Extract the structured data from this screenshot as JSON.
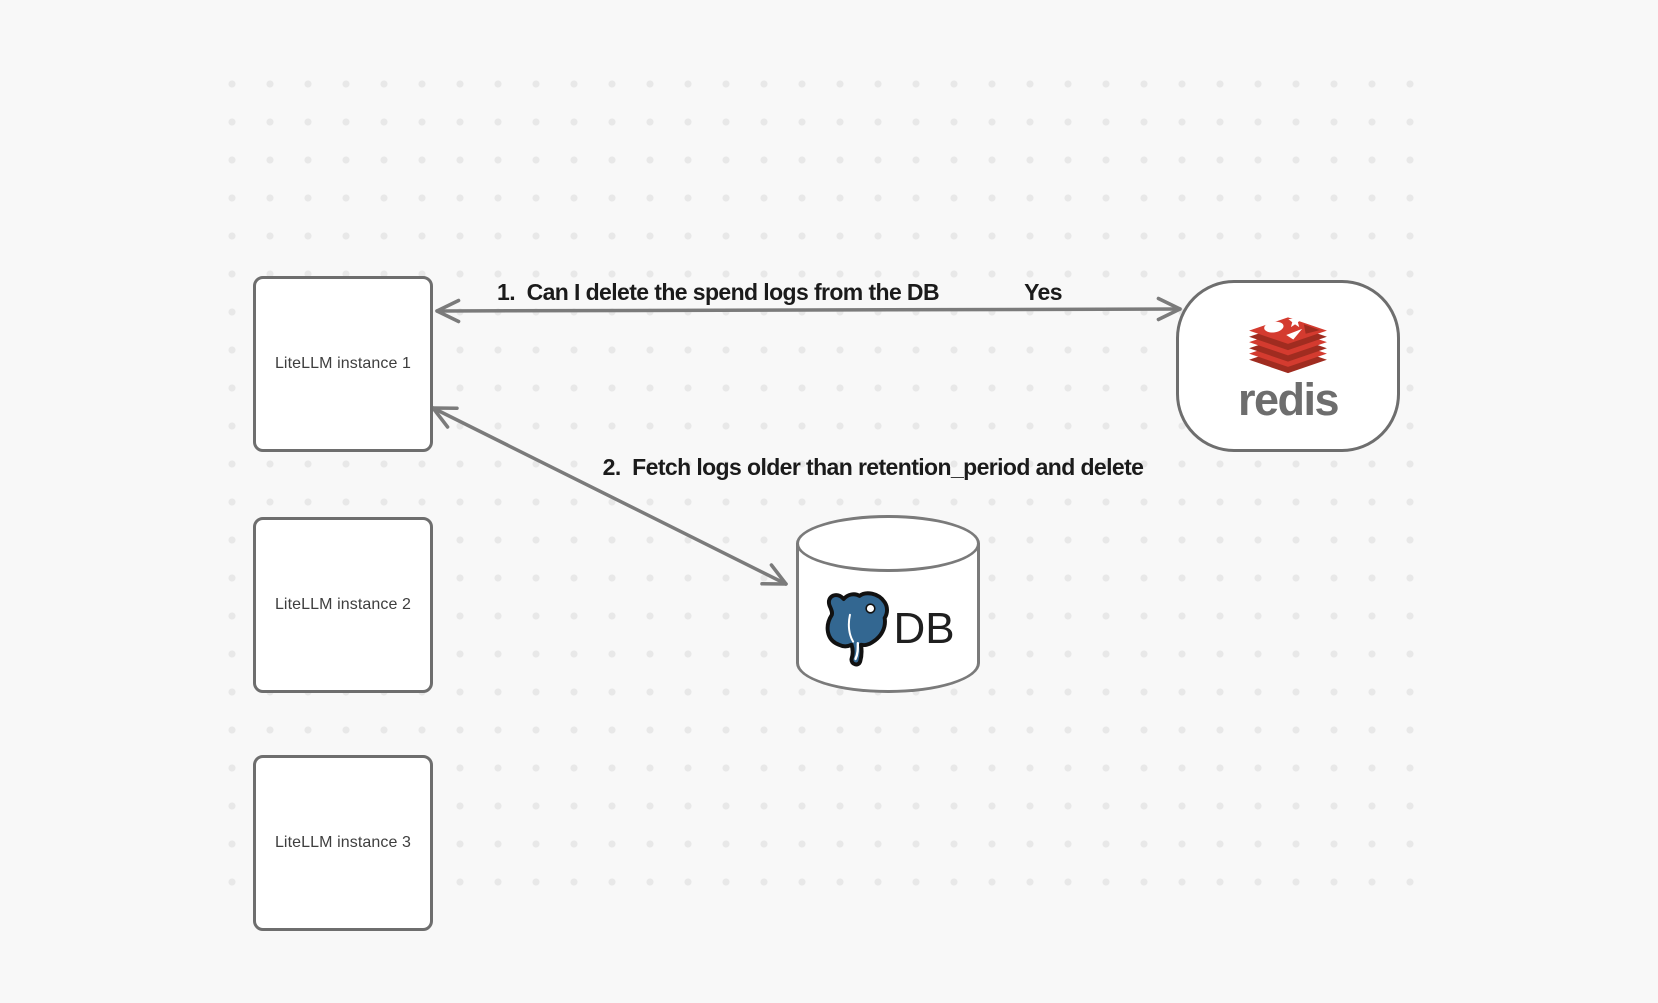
{
  "canvas": {
    "background": "#f8f8f8",
    "dot_color": "#e8e8e8"
  },
  "nodes": {
    "litellm_instances": [
      {
        "label": "LiteLLM instance 1"
      },
      {
        "label": "LiteLLM instance 2"
      },
      {
        "label": "LiteLLM instance 3"
      }
    ],
    "redis": {
      "label": "redis"
    },
    "db": {
      "label": "DB"
    }
  },
  "edges": [
    {
      "from": "LiteLLM instance 1",
      "to": "redis",
      "direction": "bidirectional",
      "label": "1.  Can I delete the spend logs from the DB",
      "response": "Yes"
    },
    {
      "from": "LiteLLM instance 1",
      "to": "DB",
      "direction": "bidirectional",
      "label": "2.  Fetch logs older than retention_period and delete"
    }
  ],
  "colors": {
    "node_border": "#6e6e6e",
    "arrow": "#7b7b7b",
    "edge_label_text": "#1b1b1b",
    "node_label_text": "#3e3e3e",
    "redis_red": "#d43b2f",
    "redis_dark_red": "#a02c20",
    "redis_wordmark_gray": "#6d6d6d",
    "postgres_blue": "#336791",
    "db_text": "#1f1f1f"
  }
}
